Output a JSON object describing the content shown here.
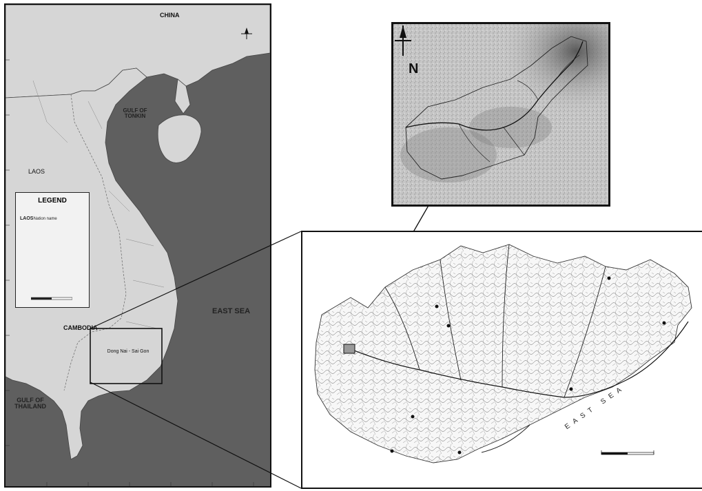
{
  "vietnam_map": {
    "labels": {
      "china": "CHINA",
      "laos": "LAOS",
      "cambodia": "CAMBODIA",
      "gulf_tonkin": "GULF OF TONKIN",
      "gulf_thailand": "GULF OF THAILAND",
      "east_sea": "EAST SEA",
      "dong_nai": "Dong Nai - Sai Gon"
    },
    "legend": {
      "title": "LEGEND",
      "items": [
        {
          "symbol": "LAOS",
          "text": "Nation name"
        }
      ]
    }
  },
  "detail_map": {
    "east_sea": "EAST SEA"
  },
  "colors": {
    "sea": "#5f5f5f",
    "land": "#d6d6d6",
    "frame": "#111111",
    "relief_light": "#cfcfcf",
    "relief_dark": "#6a6a6a",
    "river": "#333333"
  },
  "icons": [
    "north-arrow-icon",
    "scale-bar-icon",
    "city-marker-icon"
  ]
}
